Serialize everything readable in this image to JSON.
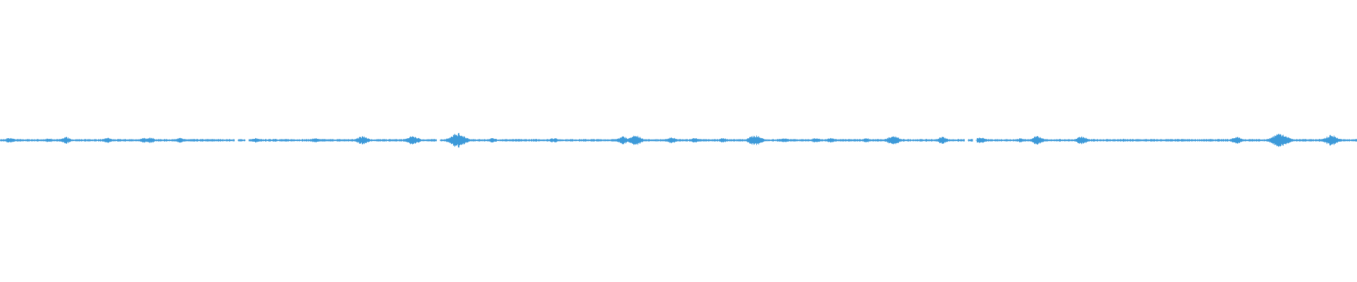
{
  "waveform": {
    "color": "#3d9ad9",
    "bursts": [
      {
        "t": 0.007,
        "amp": 0.35
      },
      {
        "t": 0.036,
        "amp": 0.28
      },
      {
        "t": 0.048,
        "amp": 0.45
      },
      {
        "t": 0.079,
        "amp": 0.33
      },
      {
        "t": 0.106,
        "amp": 0.3
      },
      {
        "t": 0.111,
        "amp": 0.38
      },
      {
        "t": 0.132,
        "amp": 0.35
      },
      {
        "t": 0.157,
        "amp": 0.18
      },
      {
        "t": 0.188,
        "amp": 0.3
      },
      {
        "t": 0.202,
        "amp": 0.2
      },
      {
        "t": 0.232,
        "amp": 0.32
      },
      {
        "t": 0.267,
        "amp": 0.55
      },
      {
        "t": 0.304,
        "amp": 0.6
      },
      {
        "t": 0.337,
        "amp": 0.95
      },
      {
        "t": 0.363,
        "amp": 0.3
      },
      {
        "t": 0.408,
        "amp": 0.3
      },
      {
        "t": 0.459,
        "amp": 0.5
      },
      {
        "t": 0.468,
        "amp": 0.65
      },
      {
        "t": 0.495,
        "amp": 0.4
      },
      {
        "t": 0.512,
        "amp": 0.3
      },
      {
        "t": 0.533,
        "amp": 0.3
      },
      {
        "t": 0.556,
        "amp": 0.7
      },
      {
        "t": 0.578,
        "amp": 0.3
      },
      {
        "t": 0.601,
        "amp": 0.35
      },
      {
        "t": 0.612,
        "amp": 0.3
      },
      {
        "t": 0.638,
        "amp": 0.3
      },
      {
        "t": 0.658,
        "amp": 0.6
      },
      {
        "t": 0.694,
        "amp": 0.45
      },
      {
        "t": 0.722,
        "amp": 0.45
      },
      {
        "t": 0.752,
        "amp": 0.3
      },
      {
        "t": 0.764,
        "amp": 0.55
      },
      {
        "t": 0.797,
        "amp": 0.5
      },
      {
        "t": 0.828,
        "amp": 0.2
      },
      {
        "t": 0.871,
        "amp": 0.18
      },
      {
        "t": 0.892,
        "amp": 0.18
      },
      {
        "t": 0.911,
        "amp": 0.45
      },
      {
        "t": 0.943,
        "amp": 0.95
      },
      {
        "t": 0.981,
        "amp": 0.7
      }
    ],
    "gaps": [
      0.174,
      0.182,
      0.323,
      0.712,
      0.718
    ]
  }
}
